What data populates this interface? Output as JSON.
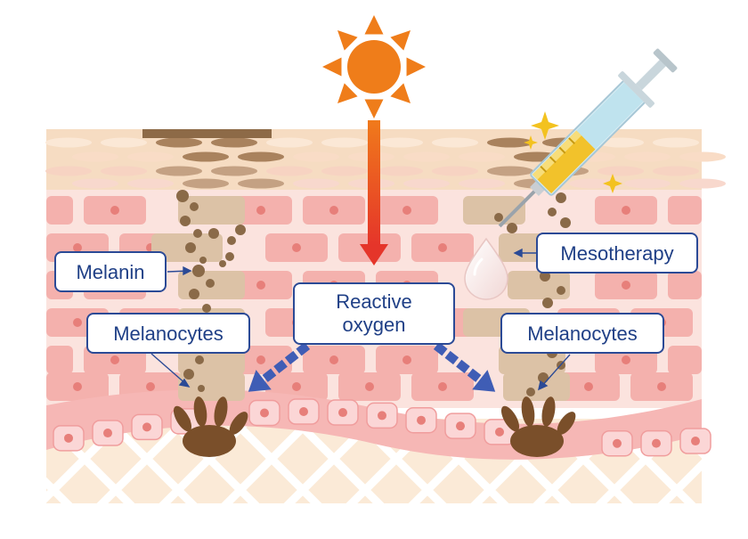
{
  "labels": {
    "melanin": "Melanin",
    "melanocytes_left": "Melanocytes",
    "reactive_line1": "Reactive",
    "reactive_line2": "oxygen",
    "mesotherapy": "Mesotherapy",
    "melanocytes_right": "Melanocytes"
  },
  "icons": [
    "sun-icon",
    "syringe-icon",
    "sparkle-icon",
    "droplet-icon"
  ],
  "colors": {
    "label_border": "#2b4a96",
    "label_text": "#1f3f86",
    "sun": "#ef7d1a",
    "uv_arrow_top": "#f07a1b",
    "uv_arrow_bottom": "#e5352a",
    "reactive_arrow": "#3f5db5",
    "melanin": "#8a6a48",
    "melanocyte": "#7a4f2a",
    "cell_pink": "#f4b1ad",
    "cell_nucleus": "#e77f7a",
    "skin_background": "#fbe3de",
    "basal_layer": "#f4a8a8",
    "dermis": "#fbead7",
    "stratum_corneum": "#f3d6ba",
    "syringe_fluid": "#f2c22b",
    "syringe_body": "#cfeaf3"
  }
}
